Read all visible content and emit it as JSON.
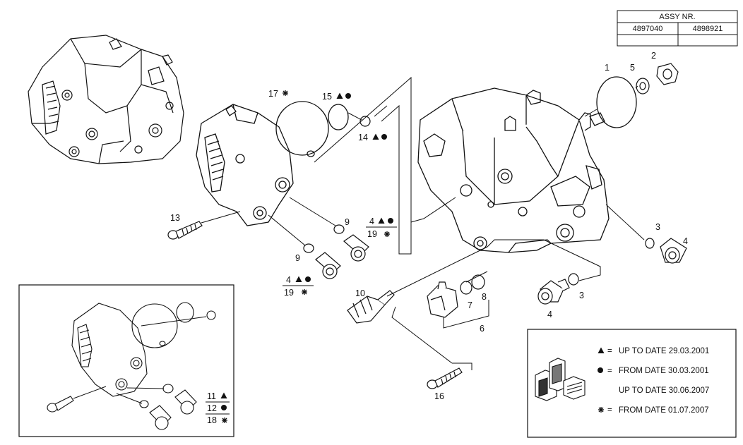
{
  "assy_table": {
    "header": "ASSY NR.",
    "columns": [
      "4897040",
      "4898921"
    ]
  },
  "callouts": {
    "c1": "1",
    "c2": "2",
    "c3a": "3",
    "c3b": "3",
    "c4a": "4",
    "c4b": "4",
    "c5": "5",
    "c6": "6",
    "c7": "7",
    "c8": "8",
    "c9a": "9",
    "c9b": "9",
    "c10": "10",
    "c13": "13",
    "c14": "14",
    "c15": "15",
    "c16": "16",
    "c17": "17",
    "c4_top_a": "4",
    "c19_bot_a": "19",
    "c4_top_b": "4",
    "c19_bot_b": "19"
  },
  "inset_callouts": {
    "i11": "11",
    "i12": "12",
    "i18": "18"
  },
  "legend": {
    "line1": "UP TO DATE 29.03.2001",
    "line2": "FROM DATE 30.03.2001",
    "line3": "UP TO DATE 30.06.2007",
    "line4": "FROM DATE 01.07.2007",
    "eq": "="
  },
  "colors": {
    "ink": "#111111",
    "paper": "#ffffff"
  },
  "symbols": [
    "triangle",
    "dot",
    "asterisk-star"
  ]
}
